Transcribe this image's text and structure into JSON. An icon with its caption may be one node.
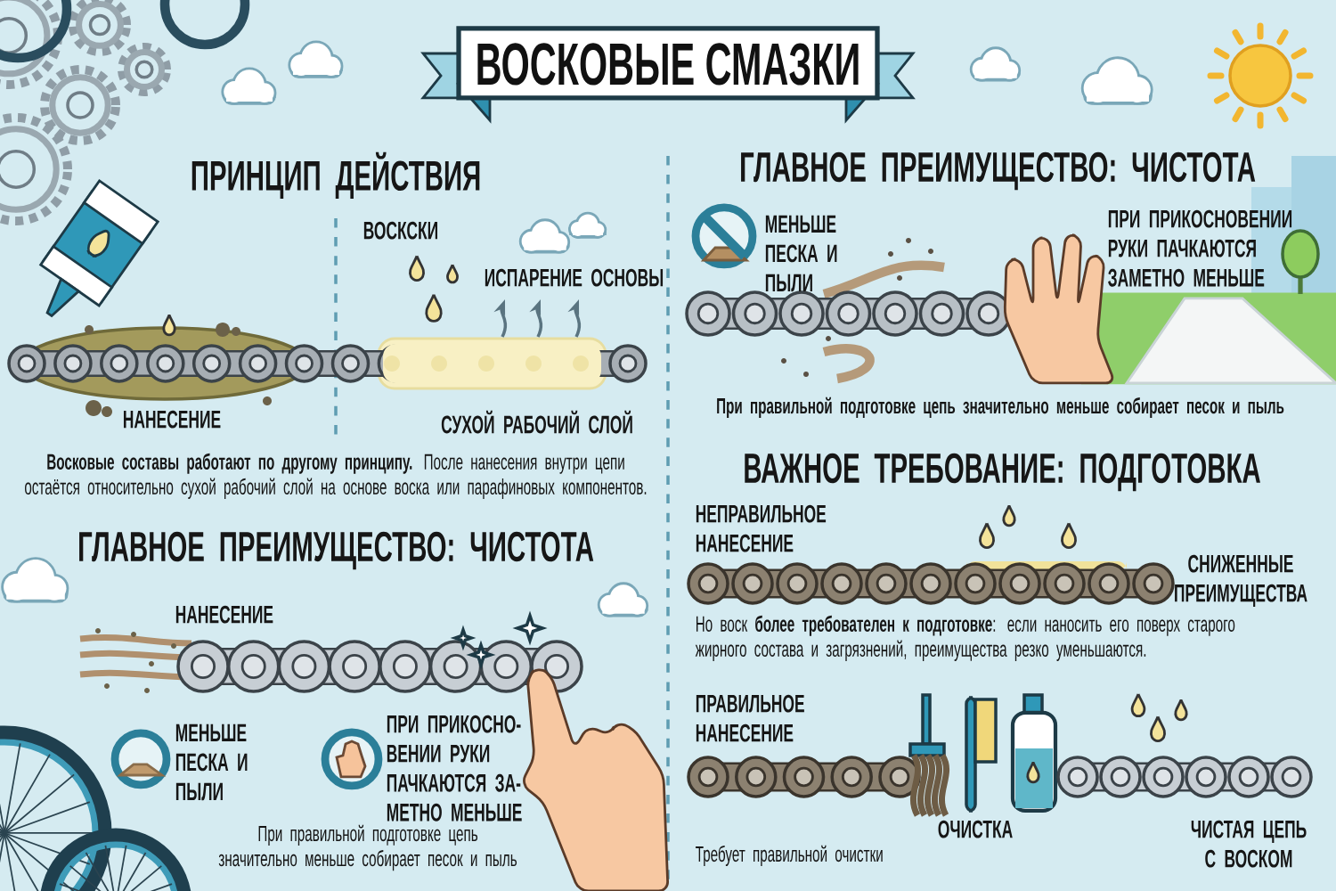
{
  "diagram": {
    "title": "ВОСКОВЫЕ СМАЗКИ",
    "labels": [
      "ПРИНЦИП ДЕЙСТВИЯ",
      "ВОСКСКИ",
      "ИСПАРЕНИЕ ОСНОВЫ",
      "НАНЕСЕНИЕ",
      "СУХОЙ РАБОЧИЙ СЛОЙ",
      "**Восковые составы работают по другому принципу.** После нанесения внутри цепи остаётся относительно сухой рабочий слой на основе воска или парафиновых компонентов.",
      "ГЛАВНОЕ ПРЕИМУЩЕСТВО: ЧИСТОТА",
      "НАНЕСЕНИЕ",
      "МЕНЬШЕ ПЕСКА И ПЫЛИ",
      "ПРИ ПРИКОСНО- ВЕНИИ РУКИ ПАЧКАЮТСЯ ЗА- МЕТНО МЕНЬШЕ",
      "При правильной подготовке цепь значительно меньше собирает песок и пыль",
      "ГЛАВНОЕ ПРЕИМУЩЕСТВО: ЧИСТОТА",
      "МЕНЬШЕ ПЕСКА И ПЫЛИ",
      "ПРИ ПРИКОСНОВЕНИИ РУКИ ПАЧКАЮТСЯ ЗАМЕТНО МЕНЬШЕ",
      "При правильной подготовке цепь значительно меньше собирает песок и пыль",
      "ВАЖНОЕ ТРЕБОВАНИЕ: ПОДГОТОВКА",
      "НЕПРАВИЛЬНОЕ НАНЕСЕНИЕ",
      "СНИЖЕННЫЕ ПРЕИМУЩЕСТВА",
      "Но воск **более требователен к подготовке**: если наносить его поверх старого жирного состава и загрязнений, преимущества резко уменьшаются.",
      "ПРАВИЛЬНОЕ НАНЕСЕНИЕ",
      "ОЧИСТКА",
      "ЧИСТАЯ ЦЕПЬ С ВОСКОМ",
      "Требует правильной очистки"
    ]
  }
}
